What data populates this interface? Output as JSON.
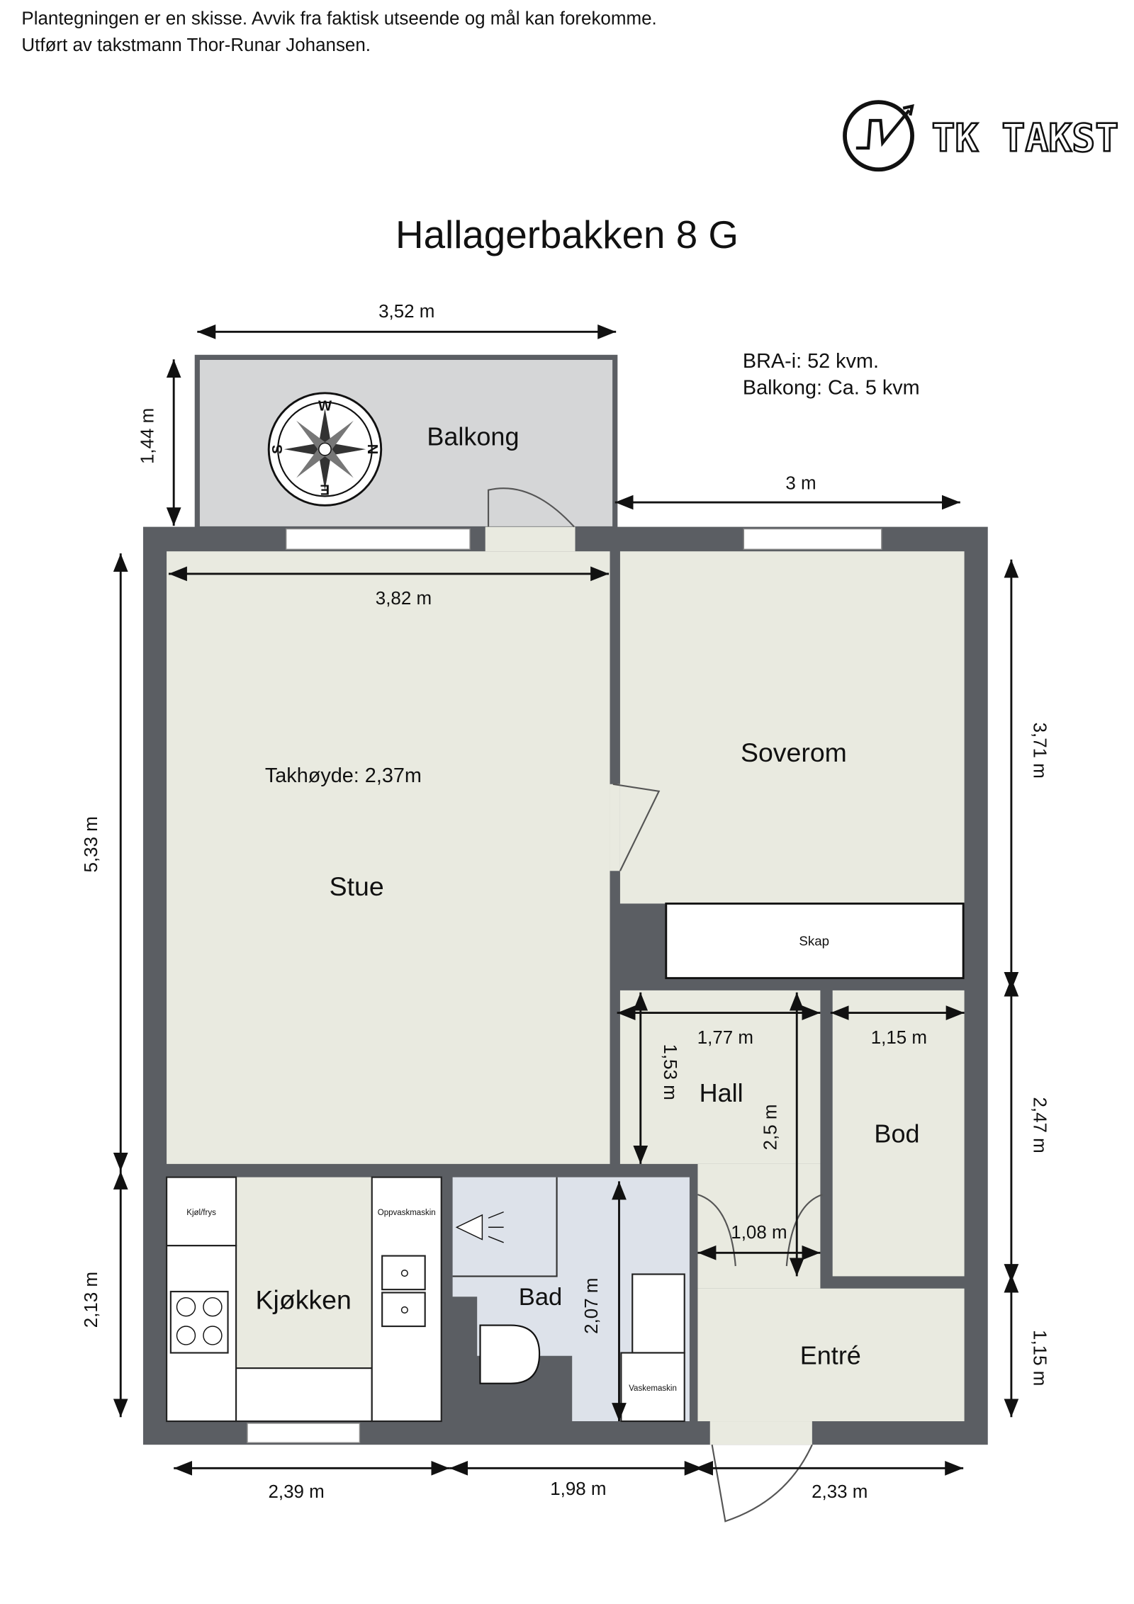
{
  "header": {
    "disclaimer_line1": "Plantegningen er en skisse. Avvik fra faktisk utseende og mål kan forekomme.",
    "disclaimer_line2": "Utført av takstmann Thor-Runar Johansen.",
    "logo_text": "TK TAKST",
    "title": "Hallagerbakken 8 G"
  },
  "info": {
    "bra": "BRA-i: 52 kvm.",
    "balcony_area": "Balkong: Ca. 5 kvm"
  },
  "rooms": {
    "balkong": "Balkong",
    "stue": "Stue",
    "ceiling_height": "Takhøyde: 2,37m",
    "soverom": "Soverom",
    "skap": "Skap",
    "hall": "Hall",
    "bod": "Bod",
    "kjokken": "Kjøkken",
    "bad": "Bad",
    "entre": "Entré"
  },
  "fixtures": {
    "fridge": "Kjøl/frys",
    "dishwasher": "Oppvaskmaskin",
    "washer": "Vaskemaskin"
  },
  "compass": {
    "w": "W",
    "n": "N",
    "e": "E",
    "s": "S"
  },
  "dimensions": {
    "balcony_width": "3,52 m",
    "balcony_depth": "1,44 m",
    "bedroom_width_top": "3 m",
    "stue_width": "3,82 m",
    "left_upper": "5,33 m",
    "left_lower": "2,13 m",
    "right_upper": "3,71 m",
    "right_middle": "2,47 m",
    "right_lower": "1,15 m",
    "hall_width": "1,77 m",
    "hall_depth": "1,53 m",
    "hall_length": "2,5 m",
    "bod_width": "1,15 m",
    "hall_lower_width": "1,08 m",
    "bad_length": "2,07 m",
    "bottom_left": "2,39 m",
    "bottom_middle": "1,98 m",
    "bottom_right": "2,33 m"
  }
}
